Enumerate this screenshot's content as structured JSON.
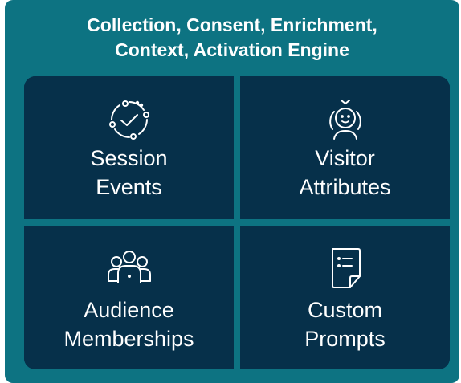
{
  "header": {
    "title_line1": "Collection, Consent, Enrichment,",
    "title_line2": "Context, Activation Engine"
  },
  "cells": [
    {
      "line1": "Session",
      "line2": "Events",
      "icon": "session-cycle-check-icon"
    },
    {
      "line1": "Visitor",
      "line2": "Attributes",
      "icon": "visitor-person-icon"
    },
    {
      "line1": "Audience",
      "line2": "Memberships",
      "icon": "audience-group-icon"
    },
    {
      "line1": "Custom",
      "line2": "Prompts",
      "icon": "prompt-note-icon"
    }
  ],
  "colors": {
    "panel": "#0d7382",
    "cell": "#06304a",
    "text": "#ffffff"
  }
}
